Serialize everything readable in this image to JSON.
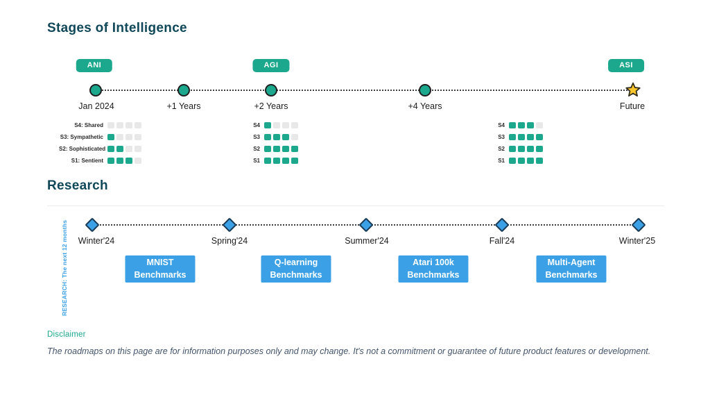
{
  "page": {
    "colors": {
      "accent_teal": "#1BA88D",
      "title_dark_teal": "#10485A",
      "accent_blue": "#3BA0E6",
      "star_gold": "#FFC62C",
      "empty_cell_gray": "#E8E8E8"
    },
    "stages": {
      "title": "Stages of Intelligence",
      "badges": [
        {
          "label": "ANI"
        },
        {
          "label": "AGI"
        },
        {
          "label": "ASI"
        }
      ],
      "timeline_nodes": [
        {
          "label": "Jan 2024",
          "marker": "circle"
        },
        {
          "label": "+1 Years",
          "marker": "circle"
        },
        {
          "label": "+2 Years",
          "marker": "circle"
        },
        {
          "label": "+4 Years",
          "marker": "circle"
        },
        {
          "label": "Future",
          "marker": "star-icon"
        }
      ],
      "grids": [
        {
          "rows": [
            {
              "label": "S4: Shared",
              "filled": 0,
              "total": 4
            },
            {
              "label": "S3: Sympathetic",
              "filled": 1,
              "total": 4
            },
            {
              "label": "S2: Sophisticated",
              "filled": 2,
              "total": 4
            },
            {
              "label": "S1: Sentient",
              "filled": 3,
              "total": 4
            }
          ]
        },
        {
          "rows": [
            {
              "label": "S4",
              "filled": 1,
              "total": 4
            },
            {
              "label": "S3",
              "filled": 3,
              "total": 4
            },
            {
              "label": "S2",
              "filled": 4,
              "total": 4
            },
            {
              "label": "S1",
              "filled": 4,
              "total": 4
            }
          ]
        },
        {
          "rows": [
            {
              "label": "S4",
              "filled": 3,
              "total": 4
            },
            {
              "label": "S3",
              "filled": 4,
              "total": 4
            },
            {
              "label": "S2",
              "filled": 4,
              "total": 4
            },
            {
              "label": "S1",
              "filled": 4,
              "total": 4
            }
          ]
        }
      ]
    },
    "research": {
      "title": "Research",
      "side_label": "RESEARCH: The next 12 months",
      "milestones": [
        {
          "label": "Winter'24"
        },
        {
          "label": "Spring'24"
        },
        {
          "label": "Summer'24"
        },
        {
          "label": "Fall'24"
        },
        {
          "label": "Winter'25"
        }
      ],
      "benchmarks": [
        {
          "line1": "MNIST",
          "line2": "Benchmarks"
        },
        {
          "line1": "Q-learning",
          "line2": "Benchmarks"
        },
        {
          "line1": "Atari 100k",
          "line2": "Benchmarks"
        },
        {
          "line1": "Multi-Agent",
          "line2": "Benchmarks"
        }
      ]
    },
    "footer": {
      "disclaimer_title": "Disclaimer",
      "disclaimer_text": "The roadmaps on this page are for information purposes only and may change. It's not a commitment or guarantee of future product features or development."
    }
  }
}
